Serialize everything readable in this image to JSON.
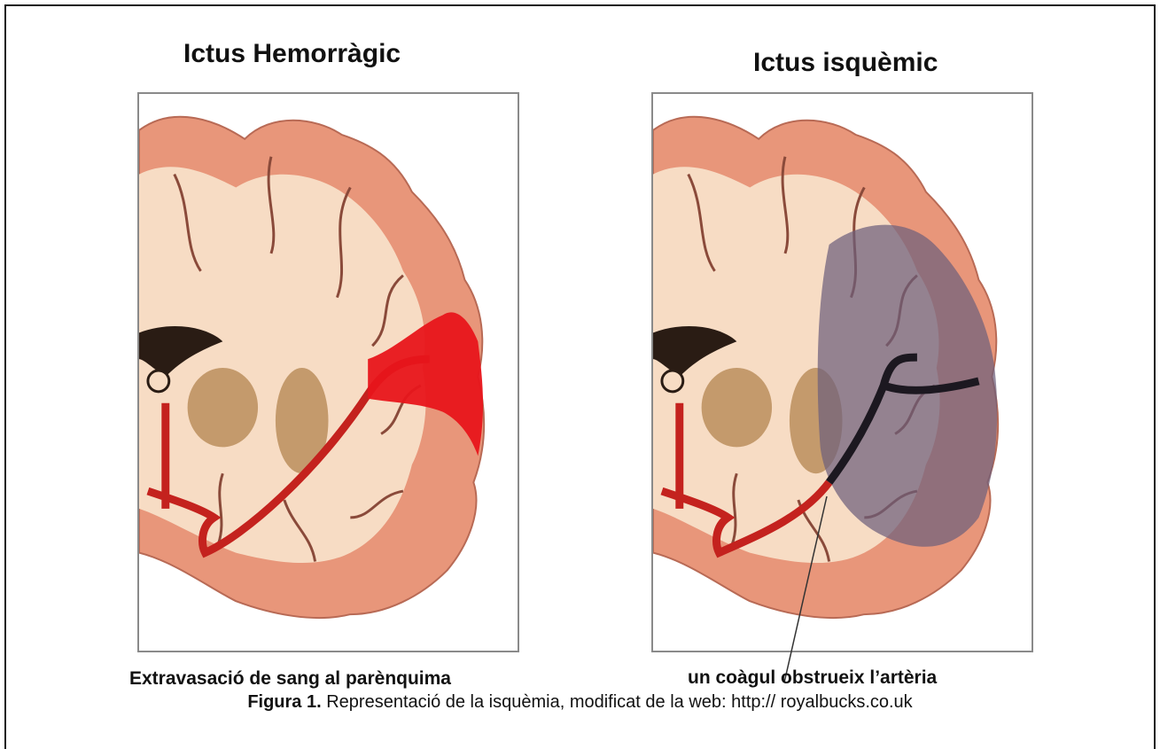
{
  "left_panel": {
    "title": "Ictus Hemorràgic",
    "caption": "Extravasació de sang al parènquima"
  },
  "right_panel": {
    "title": "Ictus isquèmic",
    "caption": "un coàgul obstrueix l’artèria"
  },
  "figure_caption": {
    "label": "Figura 1.",
    "text": " Representació de la isquèmia, modificat de la web: http:// royalbucks.co.uk"
  },
  "colors": {
    "cortex": "#e8967a",
    "white_matter": "#f7dcc4",
    "artery": "#c4221e",
    "hemorrhage": "#e8151b",
    "ischemia": "#6d607c",
    "basal_ganglia": "#c49a6c"
  }
}
